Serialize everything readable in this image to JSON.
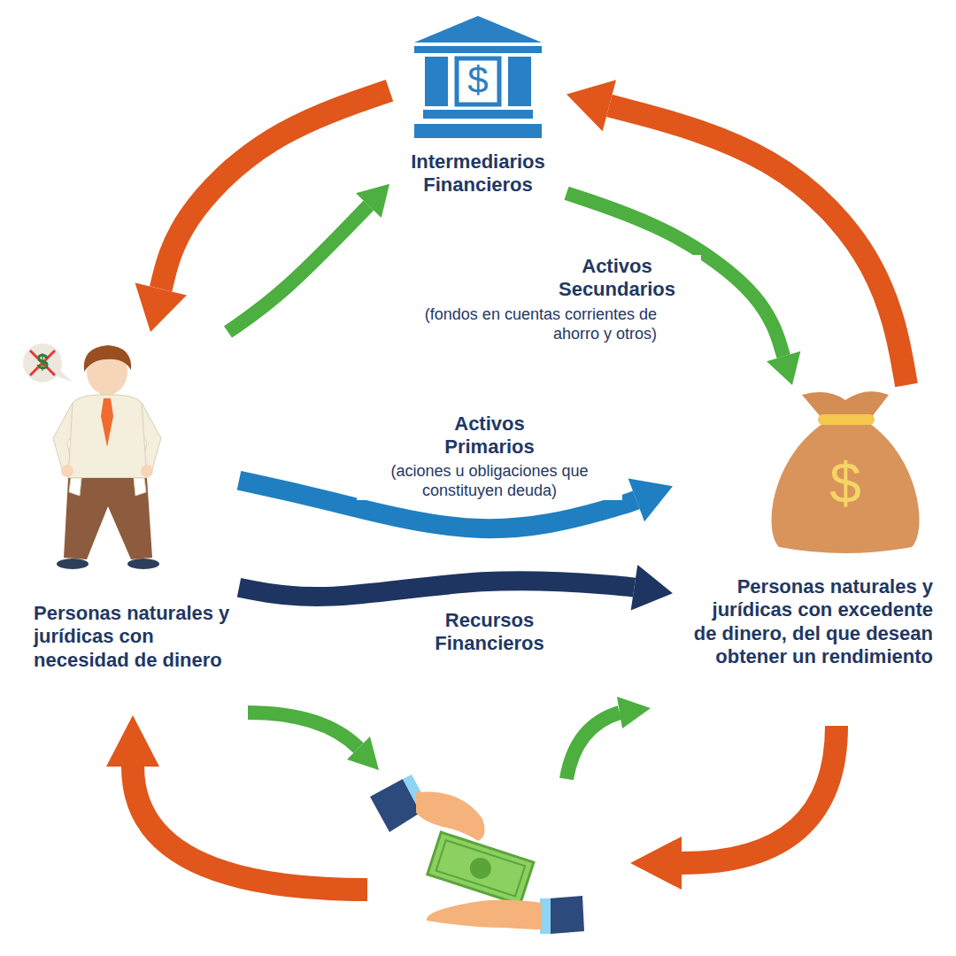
{
  "diagram": {
    "nodes": [
      {
        "text": [
          "Intermediarios Financieros"
        ]
      },
      {
        "text": [
          "Personas naturales y jurídicas con necesidad de dinero"
        ]
      },
      {
        "text": [
          "Personas naturales y jurídicas con excedente de dinero, del que desean obtener un rendimiento"
        ]
      }
    ],
    "edges": [
      {
        "from": 0,
        "to": 1,
        "arrow": "to"
      },
      {
        "from": 1,
        "to": 0,
        "arrow": "to"
      },
      {
        "from": 0,
        "to": 2,
        "arrow": "to"
      },
      {
        "from": 2,
        "to": 0,
        "arrow": "to"
      },
      {
        "from": 1,
        "to": 2,
        "arrow": "to"
      },
      {
        "from": 1,
        "to": 2,
        "arrow": "to"
      }
    ],
    "labels": [
      "Activos Secundarios",
      "(fondos en cuentas corrientes de ahorro y otros)",
      "Activos Primarios",
      "(aciones u obligaciones que constituyen deuda)",
      "Recursos Financieros",
      "$",
      "$",
      "$"
    ]
  }
}
